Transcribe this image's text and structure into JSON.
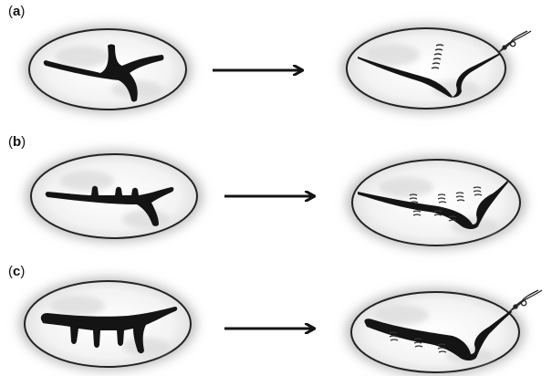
{
  "panels": [
    {
      "id": "a",
      "letter": "a"
    },
    {
      "id": "b",
      "letter": "b"
    },
    {
      "id": "c",
      "letter": "c"
    }
  ],
  "colors": {
    "ink": "#141414",
    "outline": "#222222",
    "fill_light": "#f4f4f4",
    "shadow": "#9a9a9a"
  },
  "icons": {
    "arrow": "right-arrow-icon",
    "suture": "suture-icon",
    "thread_knot": "thread-knot-icon"
  }
}
